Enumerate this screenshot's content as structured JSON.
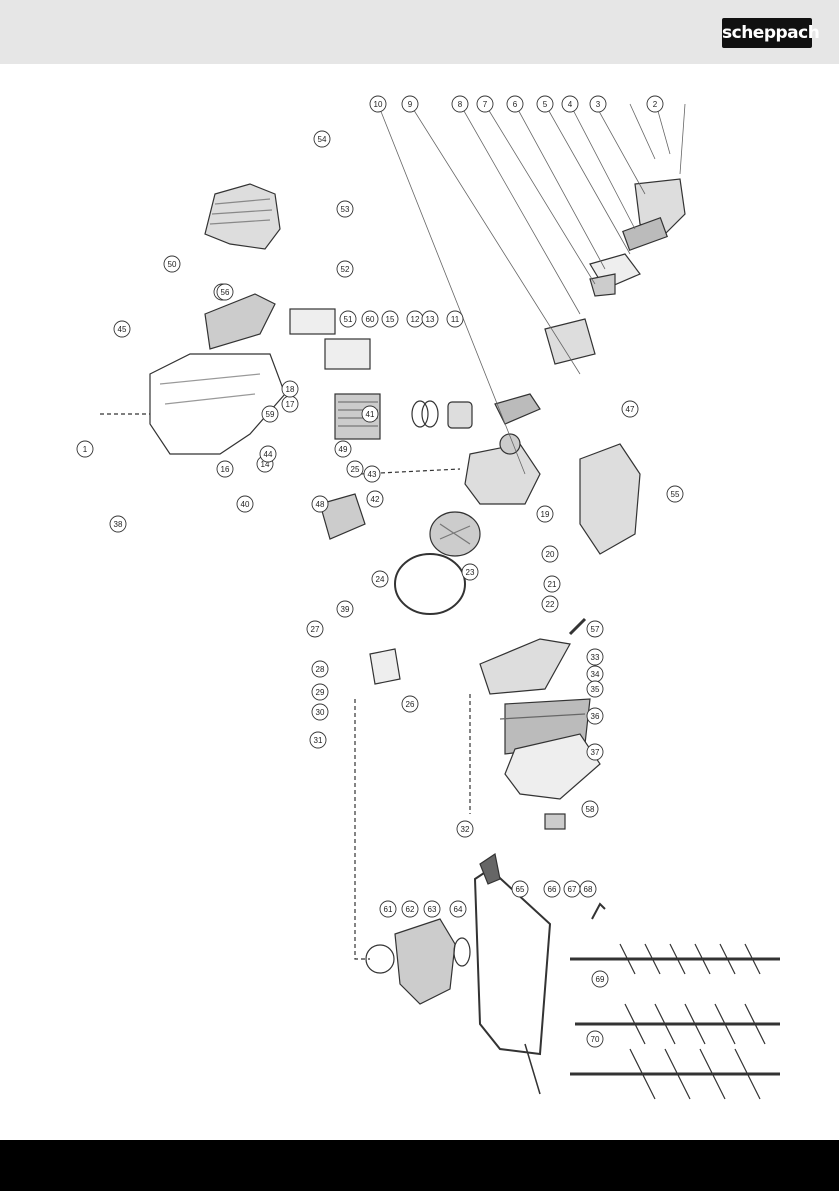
{
  "brand": {
    "logo_text": "scheppach"
  },
  "diagram": {
    "title": "",
    "callouts": [
      "1",
      "2",
      "3",
      "4",
      "5",
      "6",
      "7",
      "8",
      "9",
      "10",
      "11",
      "12",
      "13",
      "14",
      "15",
      "16",
      "17",
      "18",
      "19",
      "20",
      "21",
      "22",
      "23",
      "24",
      "25",
      "26",
      "27",
      "28",
      "29",
      "30",
      "31",
      "32",
      "33",
      "34",
      "35",
      "36",
      "37",
      "38",
      "39",
      "40",
      "41",
      "42",
      "43",
      "44",
      "45",
      "46",
      "47",
      "48",
      "49",
      "50",
      "51",
      "52",
      "53",
      "54",
      "55",
      "56",
      "57",
      "58",
      "59",
      "60",
      "61",
      "62",
      "63",
      "64",
      "65",
      "66",
      "67",
      "68",
      "69",
      "70"
    ]
  },
  "colors": {
    "header_bg": "#e6e6e6",
    "footer_bg": "#000000",
    "logo_bg": "#111111",
    "line": "#333333"
  }
}
